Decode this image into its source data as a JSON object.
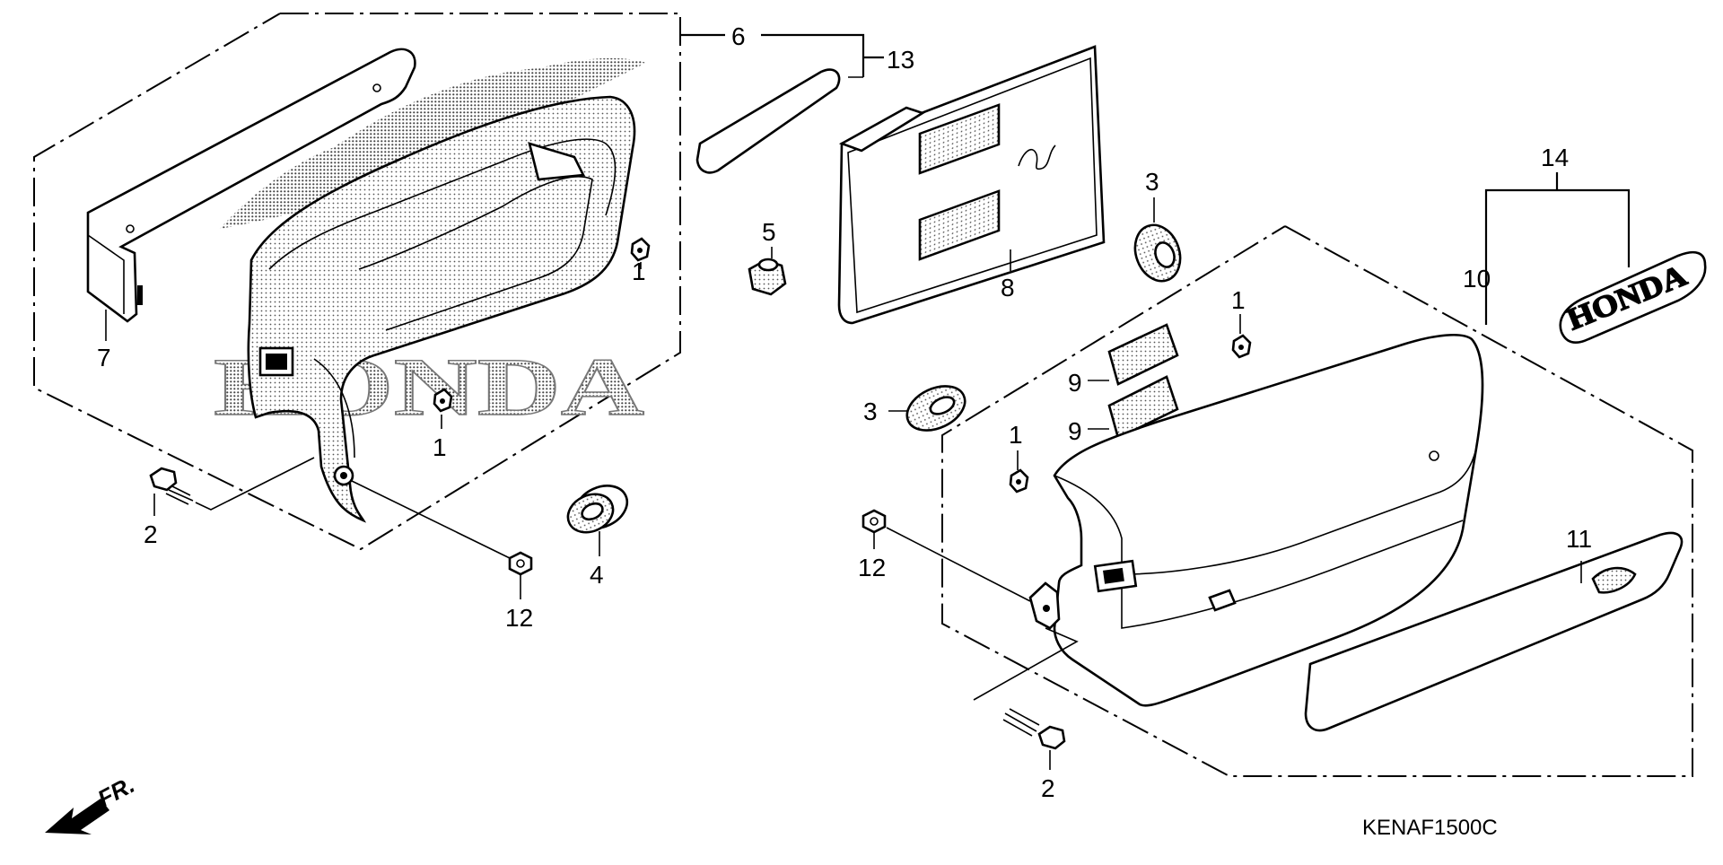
{
  "diagram": {
    "callouts": {
      "c1a": "1",
      "c1b": "1",
      "c1c": "1",
      "c1d": "1",
      "c2a": "2",
      "c2b": "2",
      "c3a": "3",
      "c3b": "3",
      "c4": "4",
      "c5": "5",
      "c6": "6",
      "c7": "7",
      "c8": "8",
      "c9a": "9",
      "c9b": "9",
      "c10": "10",
      "c11": "11",
      "c12a": "12",
      "c12b": "12",
      "c13": "13",
      "c14": "14"
    },
    "emblem_text": "HONDA",
    "watermark_text": "HONDA",
    "direction_label": "FR.",
    "diagram_code": "KENAF1500C"
  }
}
